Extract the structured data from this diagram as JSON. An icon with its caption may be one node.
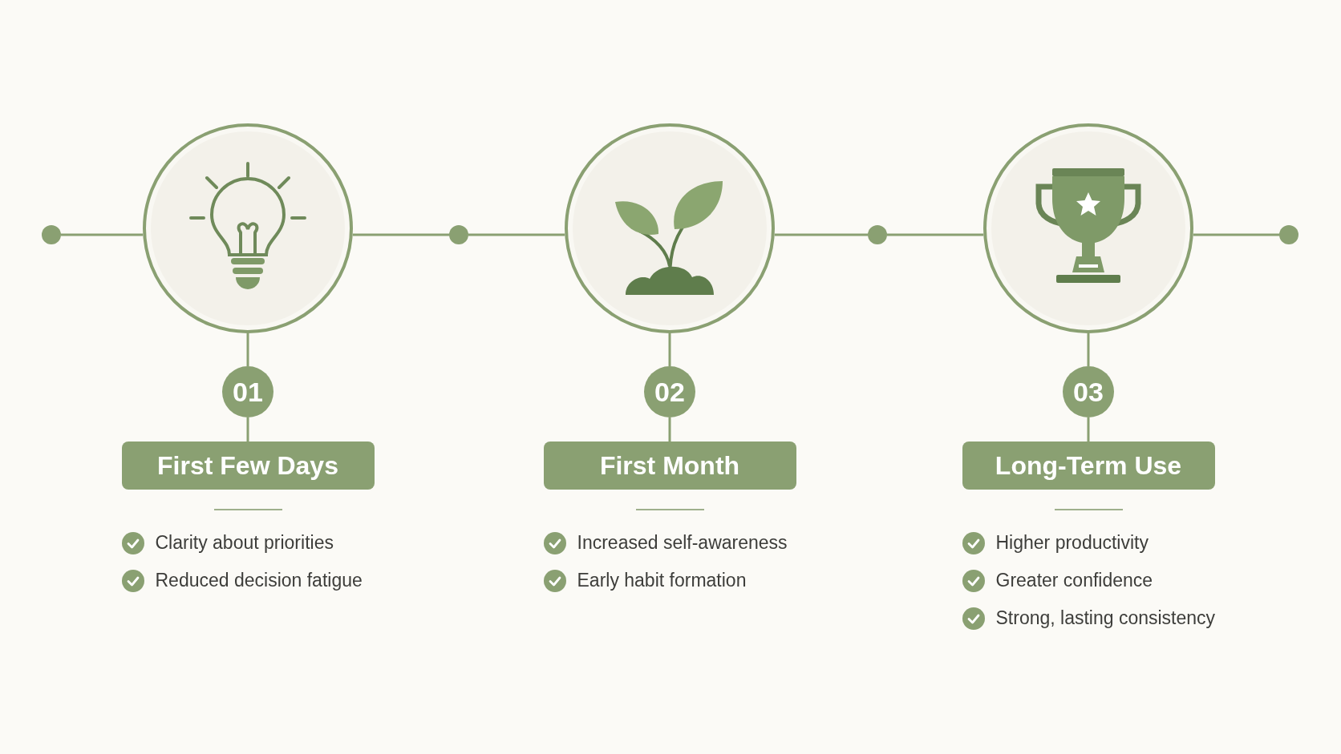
{
  "diagram": {
    "nodes": [
      {
        "text": [],
        "shape": "circle"
      },
      {
        "text": [],
        "shape": "circle"
      },
      {
        "text": [
          "01"
        ]
      },
      {
        "text": [
          "First Few Days"
        ],
        "beside": [
          "Clarity about priorities",
          "Reduced decision fatigue"
        ]
      },
      {
        "text": [],
        "shape": "circle"
      },
      {
        "text": [],
        "shape": "circle"
      },
      {
        "text": [
          "02"
        ]
      },
      {
        "text": [
          "First Month"
        ],
        "beside": [
          "Increased self-awareness",
          "Early habit formation"
        ]
      },
      {
        "text": [],
        "shape": "circle"
      },
      {
        "text": [],
        "shape": "circle"
      },
      {
        "text": [
          "03"
        ]
      },
      {
        "text": [
          "Long-Term Use"
        ],
        "beside": [
          "Higher productivity",
          "Greater confidence",
          "Strong, lasting consistency"
        ]
      },
      {
        "text": [],
        "shape": "circle"
      }
    ],
    "edges": [
      {
        "from": 0,
        "to": 1,
        "arrow": "none"
      },
      {
        "from": 1,
        "to": 4,
        "arrow": "none"
      },
      {
        "from": 4,
        "to": 5,
        "arrow": "none"
      },
      {
        "from": 5,
        "to": 8,
        "arrow": "none"
      },
      {
        "from": 8,
        "to": 9,
        "arrow": "none"
      },
      {
        "from": 9,
        "to": 12,
        "arrow": "none"
      },
      {
        "from": 1,
        "to": 2,
        "arrow": "none"
      },
      {
        "from": 2,
        "to": 3,
        "arrow": "none"
      },
      {
        "from": 5,
        "to": 6,
        "arrow": "none"
      },
      {
        "from": 6,
        "to": 7,
        "arrow": "none"
      },
      {
        "from": 9,
        "to": 10,
        "arrow": "none"
      },
      {
        "from": 10,
        "to": 11,
        "arrow": "none"
      }
    ]
  }
}
